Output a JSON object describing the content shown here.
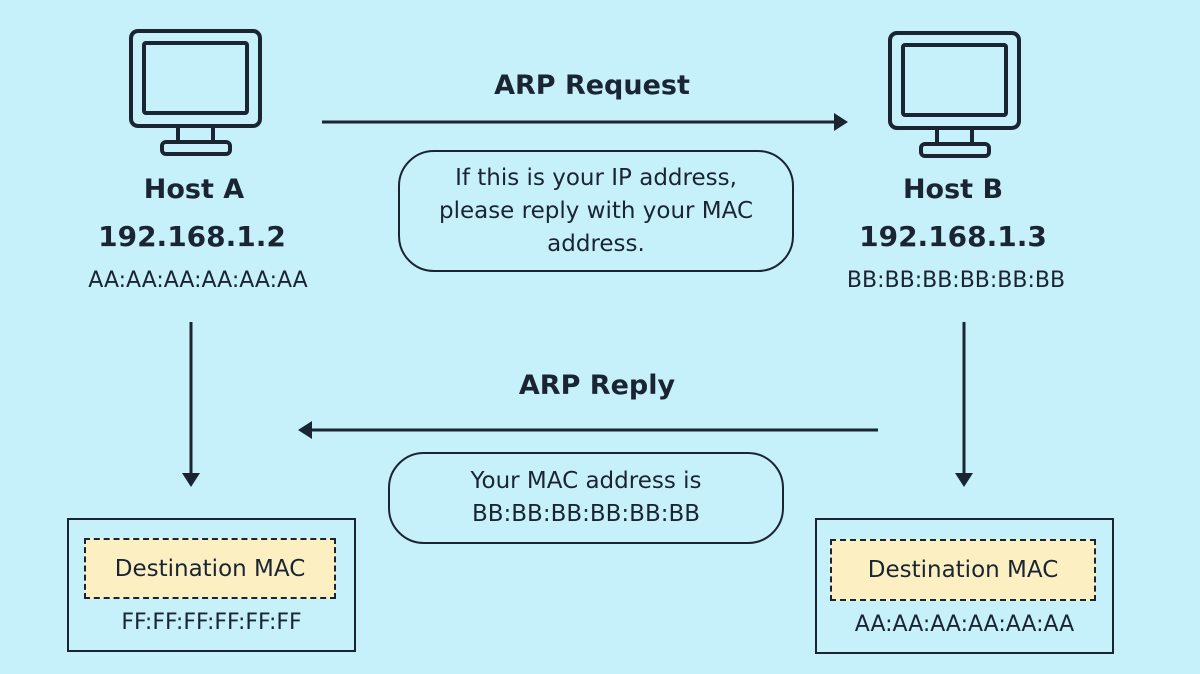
{
  "host_a": {
    "name": "Host A",
    "ip": "192.168.1.2",
    "mac": "AA:AA:AA:AA:AA:AA",
    "icon": "monitor-icon"
  },
  "host_b": {
    "name": "Host B",
    "ip": "192.168.1.3",
    "mac": "BB:BB:BB:BB:BB:BB",
    "icon": "monitor-icon"
  },
  "arp_request": {
    "label": "ARP Request",
    "message_lines": [
      "If this is your IP address,",
      "please reply with your MAC",
      "address."
    ]
  },
  "arp_reply": {
    "label": "ARP Reply",
    "message_lines": [
      "Your MAC address is",
      "BB:BB:BB:BB:BB:BB"
    ]
  },
  "frame_a": {
    "field_label": "Destination MAC",
    "value": "FF:FF:FF:FF:FF:FF"
  },
  "frame_b": {
    "field_label": "Destination MAC",
    "value": "AA:AA:AA:AA:AA:AA"
  },
  "colors": {
    "background": "#c6f1fb",
    "stroke": "#1b2433",
    "highlight": "#fcf0c2"
  }
}
